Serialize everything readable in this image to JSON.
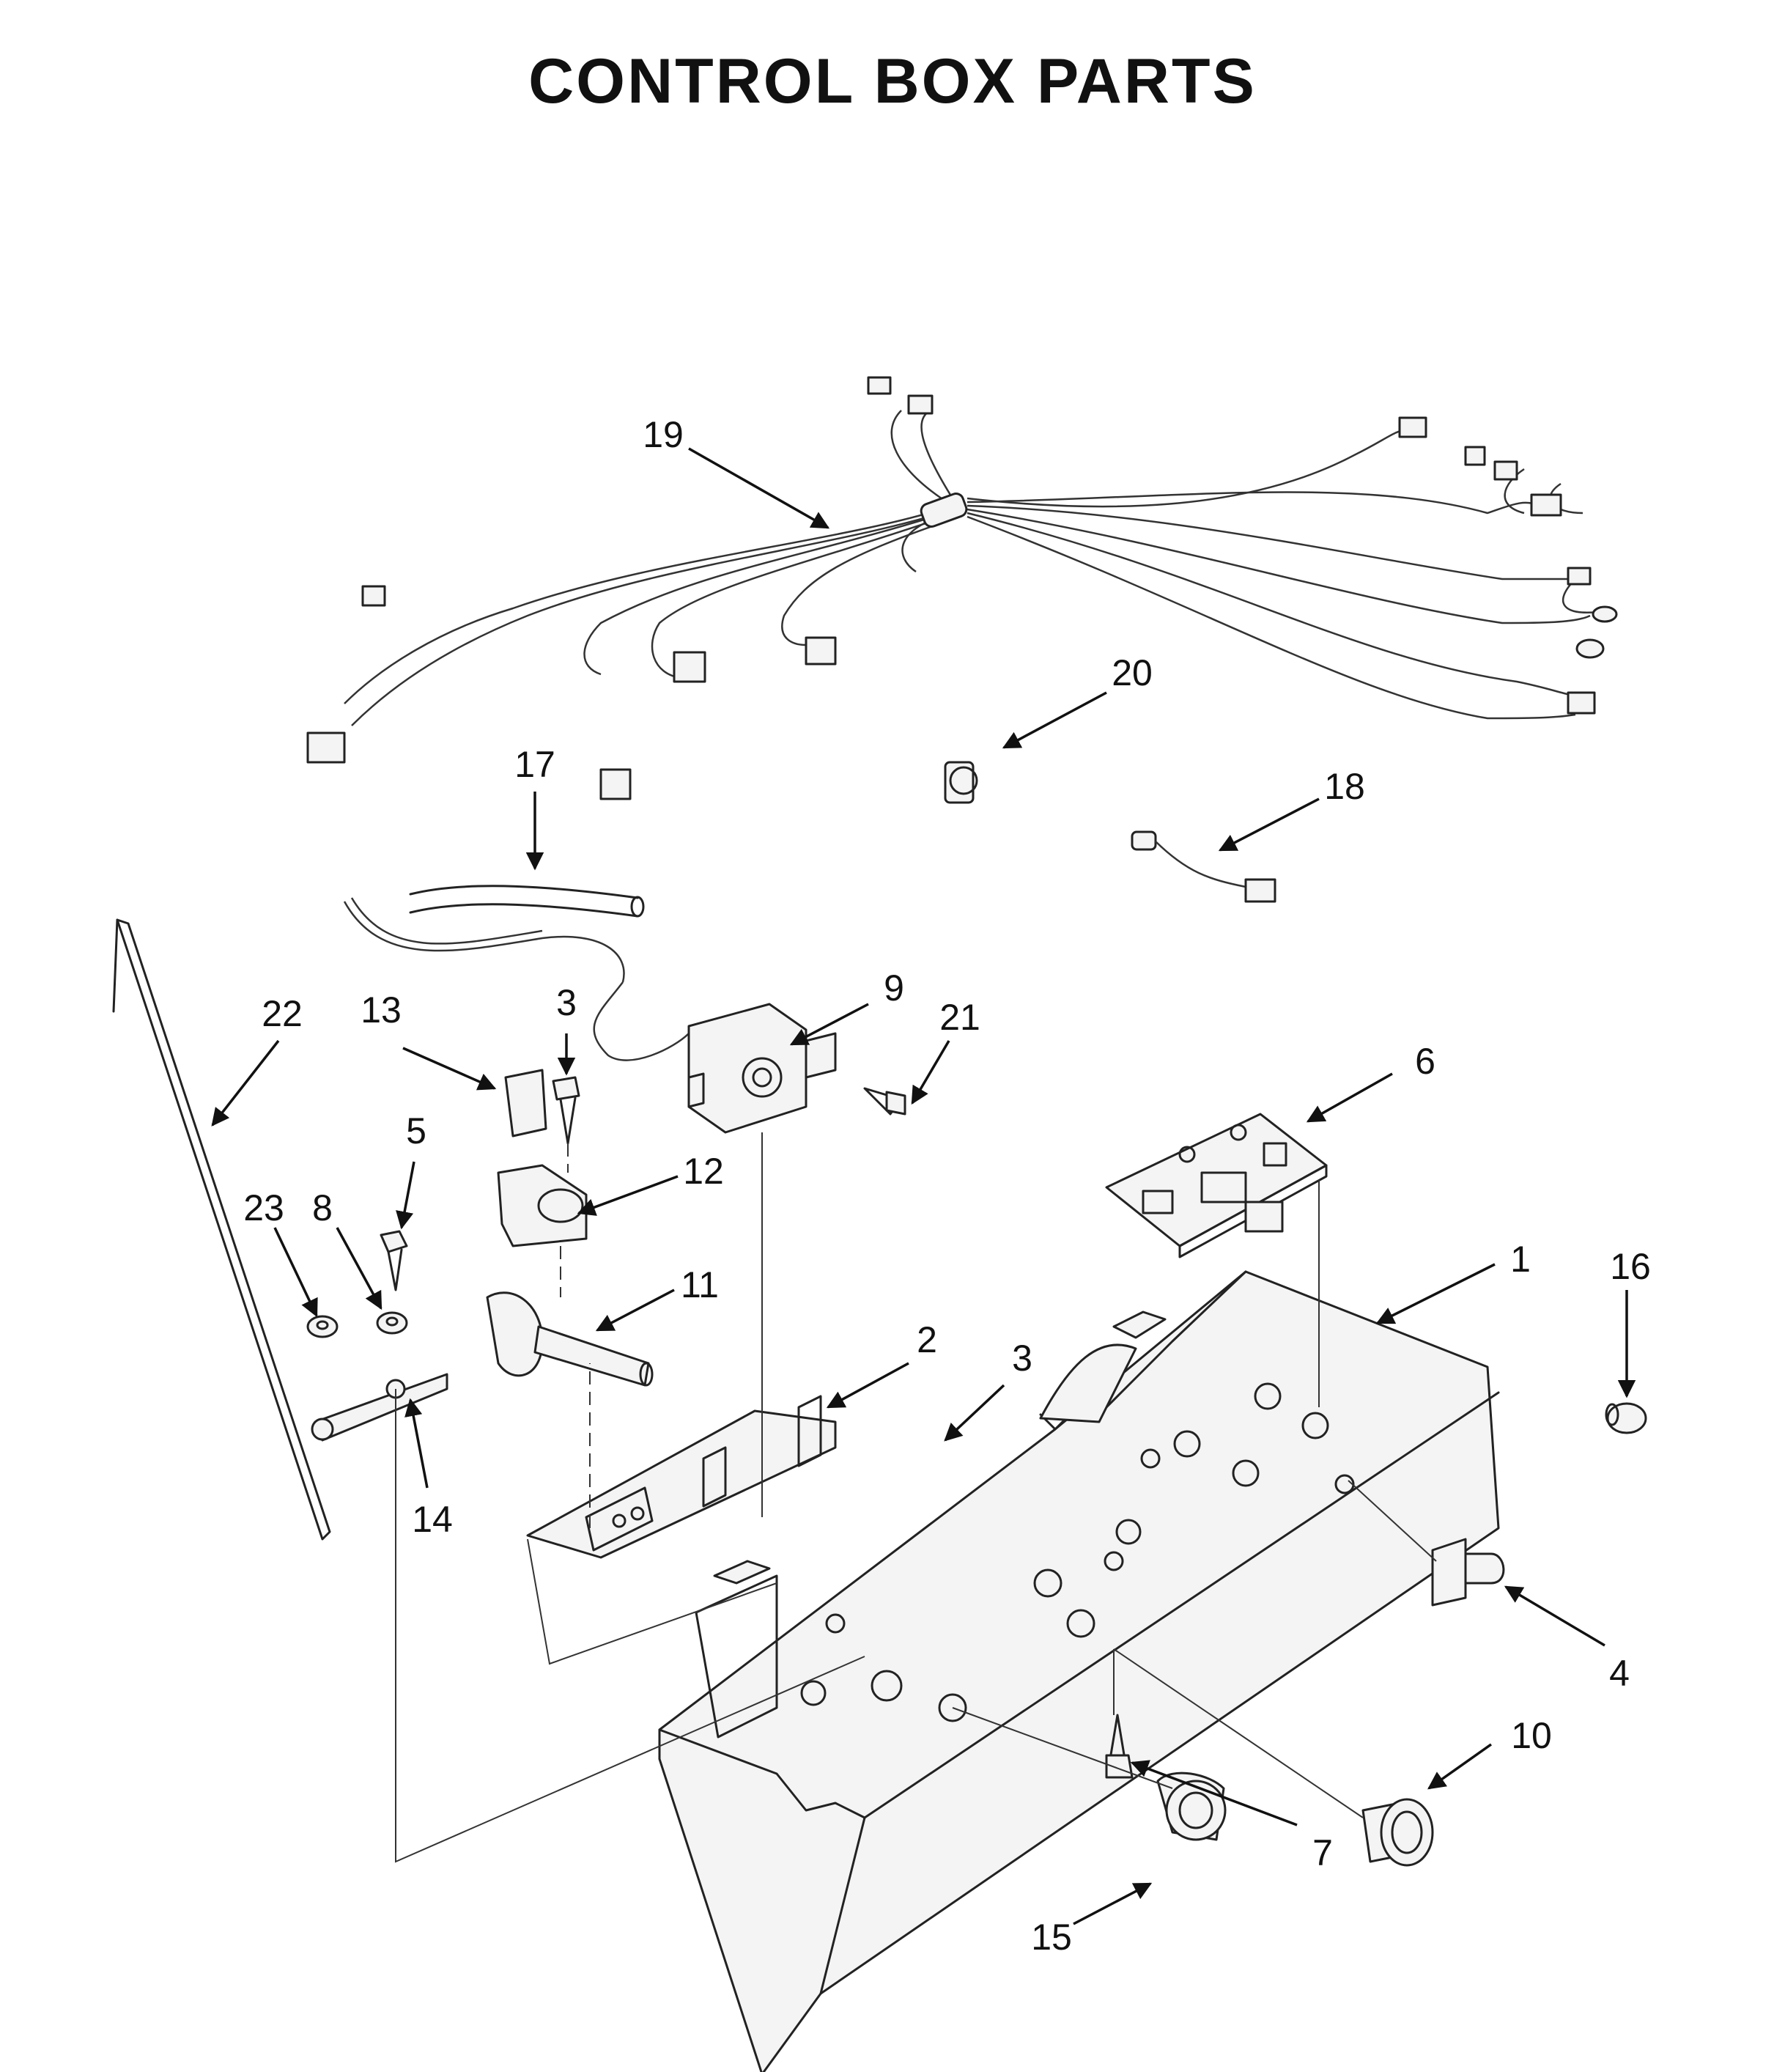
{
  "title": "CONTROL BOX PARTS",
  "callouts": {
    "c1": "1",
    "c2": "2",
    "c3a": "3",
    "c3b": "3",
    "c4": "4",
    "c5": "5",
    "c6": "6",
    "c7": "7",
    "c8": "8",
    "c9": "9",
    "c10": "10",
    "c11": "11",
    "c12": "12",
    "c13": "13",
    "c14": "14",
    "c15": "15",
    "c16": "16",
    "c17": "17",
    "c18": "18",
    "c19": "19",
    "c20": "20",
    "c21": "21",
    "c22": "22",
    "c23": "23"
  }
}
